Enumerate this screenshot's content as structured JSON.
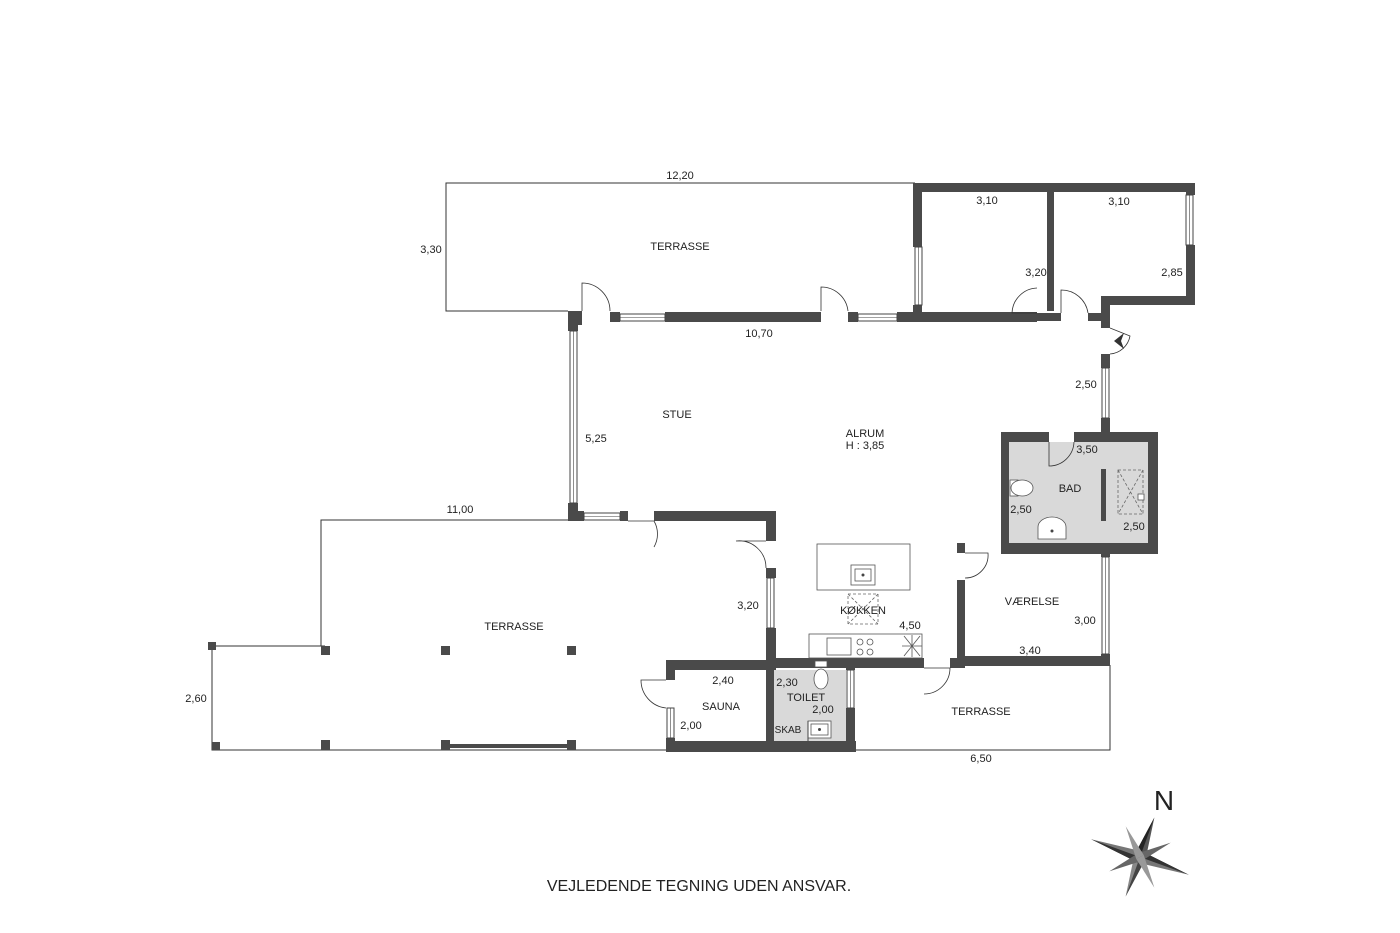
{
  "rooms": [
    {
      "id": "terrasse-north",
      "name": "TERRASSE",
      "dims": []
    },
    {
      "id": "stue",
      "name": "STUE",
      "dims": []
    },
    {
      "id": "alrum",
      "name": "ALRUM",
      "height_note": "H : 3,85"
    },
    {
      "id": "bad",
      "name": "BAD"
    },
    {
      "id": "vaerelse",
      "name": "VÆRELSE"
    },
    {
      "id": "kokken",
      "name": "KØKKEN"
    },
    {
      "id": "terrasse-west",
      "name": "TERRASSE"
    },
    {
      "id": "sauna",
      "name": "SAUNA"
    },
    {
      "id": "toilet",
      "name": "TOILET"
    },
    {
      "id": "skab",
      "name": "SKAB"
    },
    {
      "id": "terrasse-south",
      "name": "TERRASSE"
    }
  ],
  "dimensions": {
    "terrasse_north_width": "12,20",
    "terrasse_north_depth": "3,30",
    "room_ne1_width": "3,10",
    "room_ne2_width": "3,10",
    "room_ne1_depth": "3,20",
    "room_ne2_depth": "2,85",
    "stue_wall_length": "10,70",
    "stue_depth": "5,25",
    "entry_depth": "2,50",
    "bad_width": "3,50",
    "bad_depth_left": "2,50",
    "bad_depth_right": "2,50",
    "terrasse_west_width": "11,00",
    "terrasse_west_depth": "3,20",
    "pergola_depth": "2,60",
    "kokken_width": "4,50",
    "vaerelse_depth": "3,00",
    "vaerelse_width": "3,40",
    "sauna_width": "2,40",
    "sauna_depth": "2,00",
    "toilet_width": "2,30",
    "toilet_depth": "2,00",
    "terrasse_south_width": "6,50"
  },
  "disclaimer": "VEJLEDENDE TEGNING UDEN ANSVAR.",
  "compass": {
    "label": "N"
  },
  "colors": {
    "wall": "#4a4a4a",
    "wet_room": "#d9d9d9"
  }
}
